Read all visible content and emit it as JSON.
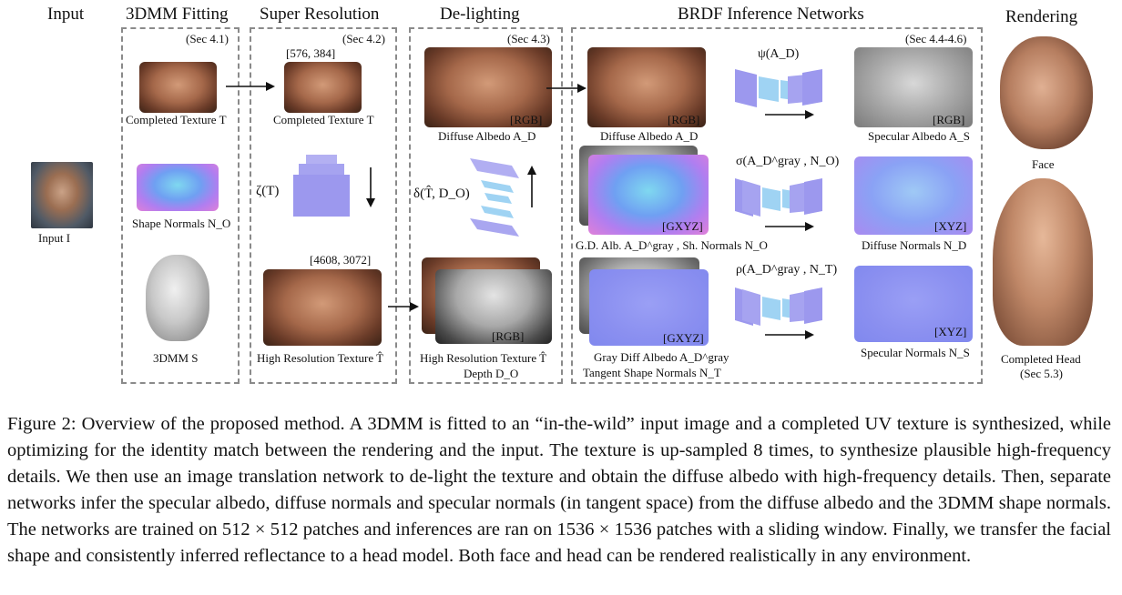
{
  "headings": {
    "input": "Input",
    "fitting": "3DMM Fitting",
    "superres": "Super Resolution",
    "delighting": "De-lighting",
    "brdf": "BRDF Inference Networks",
    "rendering": "Rendering"
  },
  "sections": {
    "s41": "(Sec 4.1)",
    "s42": "(Sec 4.2)",
    "s43": "(Sec 4.3)",
    "s44": "(Sec 4.4-4.6)"
  },
  "labels": {
    "input": "Input I",
    "completed_texture_1": "Completed Texture T",
    "shape_normals": "Shape Normals N_O",
    "dmm_s": "3DMM S",
    "completed_texture_2": "Completed Texture T",
    "zeta": "ζ(T)",
    "high_res_texture": "High Resolution Texture T̂",
    "delta": "δ(T̂, D_O)",
    "diffuse_albedo_1": "Diffuse Albedo A_D",
    "high_res_texture_2": "High Resolution Texture T̂",
    "depth": "Depth D_O",
    "diffuse_albedo_2": "Diffuse Albedo A_D",
    "gd_alb": "G.D. Alb. A_D^gray , Sh. Normals N_O",
    "gray_diff": "Gray Diff Albedo A_D^gray",
    "tangent": "Tangent Shape Normals N_T",
    "psi": "ψ(A_D)",
    "sigma": "σ(A_D^gray , N_O)",
    "rho": "ρ(A_D^gray , N_T)",
    "specular_albedo": "Specular Albedo A_S",
    "diffuse_normals": "Diffuse Normals N_D",
    "specular_normals": "Specular Normals N_S",
    "face": "Face",
    "completed_head": "Completed Head",
    "sec53": "(Sec 5.3)",
    "res1": "[576, 384]",
    "res2": "[4608, 3072]"
  },
  "tags": {
    "rgb": "[RGB]",
    "gxyz": "[GXYZ]",
    "xyz": "[XYZ]"
  },
  "caption": "Figure 2: Overview of the proposed method. A 3DMM is fitted to an “in-the-wild” input image and a completed UV texture is synthesized, while optimizing for the identity match between the rendering and the input. The texture is up-sampled 8 times, to synthesize plausible high-frequency details. We then use an image translation network to de-light the texture and obtain the diffuse albedo with high-frequency details. Then, separate networks infer the specular albedo, diffuse normals and specular normals (in tangent space) from the diffuse albedo and the 3DMM shape normals. The networks are trained on 512 × 512 patches and inferences are ran on 1536 × 1536 patches with a sliding window. Finally, we transfer the facial shape and consistently inferred reflectance to a head model. Both face and head can be rendered realistically in any environment."
}
